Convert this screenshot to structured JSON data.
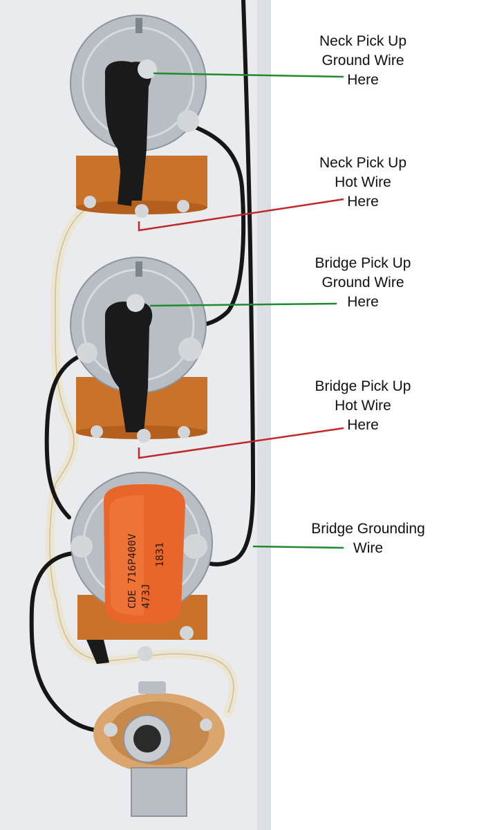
{
  "colors": {
    "ground_line": "#1e8a2c",
    "hot_line": "#c0282a",
    "board": "#e9ebee",
    "cloth_wire": "#ece5cf",
    "black_wire": "#161616",
    "pot_metal": "#b9bec4",
    "phenolic": "#c9722a",
    "capacitor": "#e8662a"
  },
  "labels": {
    "neck_ground": {
      "line1": "Neck Pick Up",
      "line2": "Ground Wire",
      "line3": "Here"
    },
    "neck_hot": {
      "line1": "Neck Pick Up",
      "line2": "Hot Wire",
      "line3": "Here"
    },
    "bridge_ground": {
      "line1": "Bridge Pick Up",
      "line2": "Ground Wire",
      "line3": "Here"
    },
    "bridge_hot": {
      "line1": "Bridge Pick Up",
      "line2": "Hot Wire",
      "line3": "Here"
    },
    "bridge_grounding": {
      "line1": "Bridge Grounding",
      "line2": "Wire"
    }
  },
  "capacitor_text": {
    "line1": "CDE 716P400V",
    "line2": "473J",
    "line3": "1831"
  },
  "icons": [
    "potentiometer-icon",
    "capacitor-icon",
    "output-jack-icon"
  ]
}
